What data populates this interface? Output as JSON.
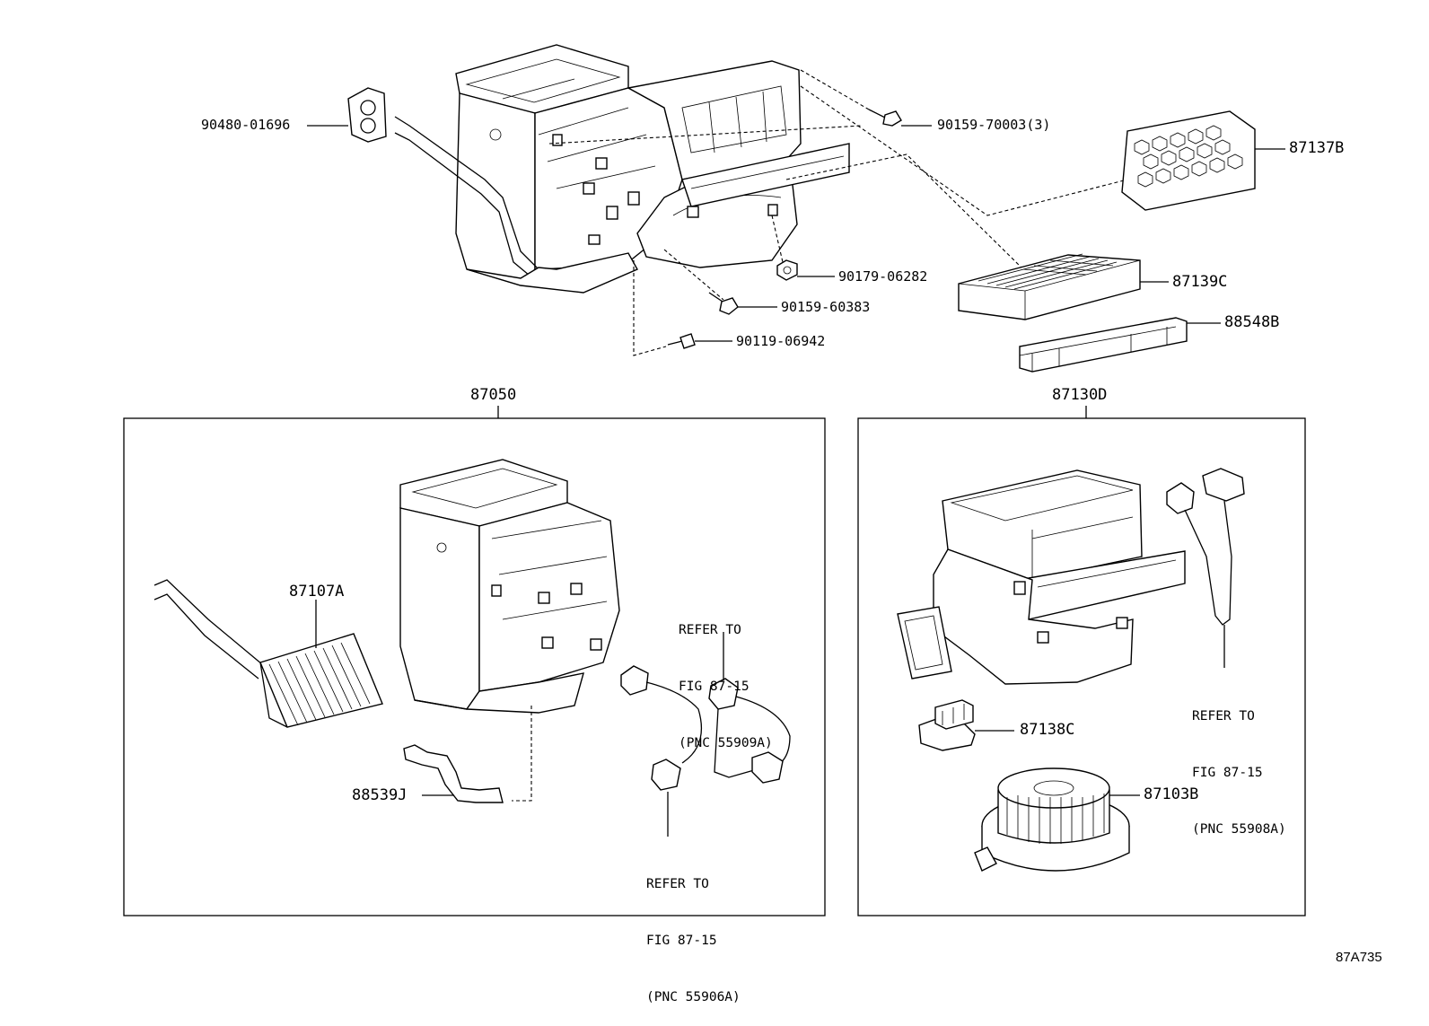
{
  "figure_id": "87A735",
  "top_labels": {
    "grommet": "90480-01696",
    "screw_3": "90159-70003(3)",
    "filter_cover": "87137B",
    "nut": "90179-06282",
    "filter": "87139C",
    "screw_60383": "90159-60383",
    "filter_frame": "88548B",
    "screw_06942": "90119-06942"
  },
  "groups": {
    "heater_unit": "87050",
    "blower_unit": "87130D"
  },
  "heater_labels": {
    "core": "87107A",
    "hose": "88539J"
  },
  "blower_labels": {
    "resistor": "87138C",
    "motor": "87103B"
  },
  "refs": {
    "ref_55909A": [
      "REFER TO",
      "FIG 87-15",
      "(PNC 55909A)"
    ],
    "ref_55906A": [
      "REFER TO",
      "FIG 87-15",
      "(PNC 55906A)"
    ],
    "ref_55908A": [
      "REFER TO",
      "FIG 87-15",
      "(PNC 55908A)"
    ]
  }
}
